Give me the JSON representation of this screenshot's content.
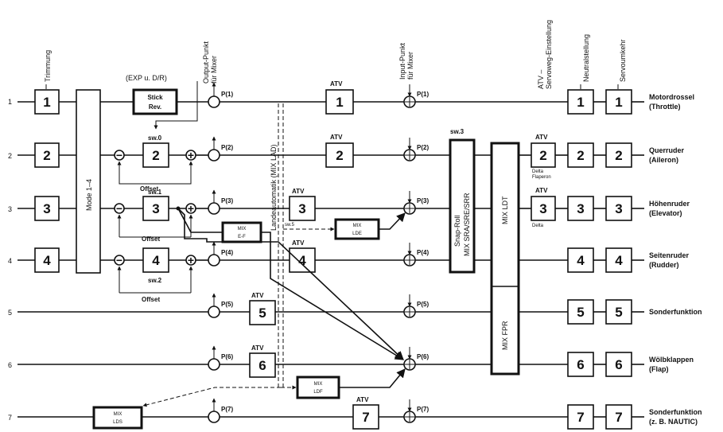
{
  "channels": [
    {
      "num": "1",
      "trim": "1",
      "atv": "1",
      "neutral": "1",
      "rev": "1",
      "p_out": "P(1)",
      "p_in": "P(1)",
      "output": "Motordrossel",
      "output_sub": "(Throttle)"
    },
    {
      "num": "2",
      "trim": "2",
      "atv": "2",
      "neutral": "2",
      "rev": "2",
      "p_out": "P(2)",
      "p_in": "P(2)",
      "output": "Querruder",
      "output_sub": "(Aileron)"
    },
    {
      "num": "3",
      "trim": "3",
      "atv": "3",
      "neutral": "3",
      "rev": "3",
      "p_out": "P(3)",
      "p_in": "P(3)",
      "output": "Höhenruder",
      "output_sub": "(Elevator)"
    },
    {
      "num": "4",
      "trim": "4",
      "atv": "4",
      "neutral": "4",
      "rev": "4",
      "p_out": "P(4)",
      "p_in": "P(4)",
      "output": "Seitenruder",
      "output_sub": "(Rudder)"
    },
    {
      "num": "5",
      "trim": "",
      "atv": "5",
      "neutral": "5",
      "rev": "5",
      "p_out": "P(5)",
      "p_in": "P(5)",
      "output": "Sonderfunktion",
      "output_sub": ""
    },
    {
      "num": "6",
      "trim": "",
      "atv": "6",
      "neutral": "6",
      "rev": "6",
      "p_out": "P(6)",
      "p_in": "P(6)",
      "output": "Wölbklappen",
      "output_sub": "(Flap)"
    },
    {
      "num": "7",
      "trim": "",
      "atv": "7",
      "neutral": "7",
      "rev": "7",
      "p_out": "P(7)",
      "p_in": "P(7)",
      "output": "Sonderfunktion",
      "output_sub": "(z. B. NAUTIC)"
    }
  ],
  "headers": {
    "trim": "Trimmung",
    "output_point": "Output-Punkt",
    "output_point_2": "für Mixer",
    "input_point": "Input-Punkt",
    "input_point_2": "für Mixer",
    "atv_servo": "ATV –",
    "atv_servo_2": "Servoweg-Einstellung",
    "neutral": "Neutralstellung",
    "servo_rev": "Servoumkehr"
  },
  "labels": {
    "mode": "Mode 1–4",
    "exp": "(EXP u. D/R)",
    "stick_rev_1": "Stick",
    "stick_rev_2": "Rev.",
    "atv": "ATV",
    "offset": "Offset",
    "sw0": "sw.0",
    "sw1": "sw.1",
    "sw2": "sw.2",
    "sw3": "sw.3",
    "sw5": "sw.5",
    "land_auto": "Landeautomatik (MIX LAD)",
    "snap_roll_1": "Snap-Roll",
    "snap_roll_2": "MIX SRA/SRE/SRR",
    "mix_ldt": "MIX LDT",
    "mix_fpr": "MIX FPR",
    "mix": "MIX",
    "mix_ef": "E-F",
    "mix_lde": "LDE",
    "mix_ldf": "LDF",
    "mix_lds": "LDS",
    "delta_flaperon_1": "Delta",
    "delta_flaperon_2": "Flaperon",
    "delta": "Delta",
    "minus": "−",
    "plus": "+"
  }
}
